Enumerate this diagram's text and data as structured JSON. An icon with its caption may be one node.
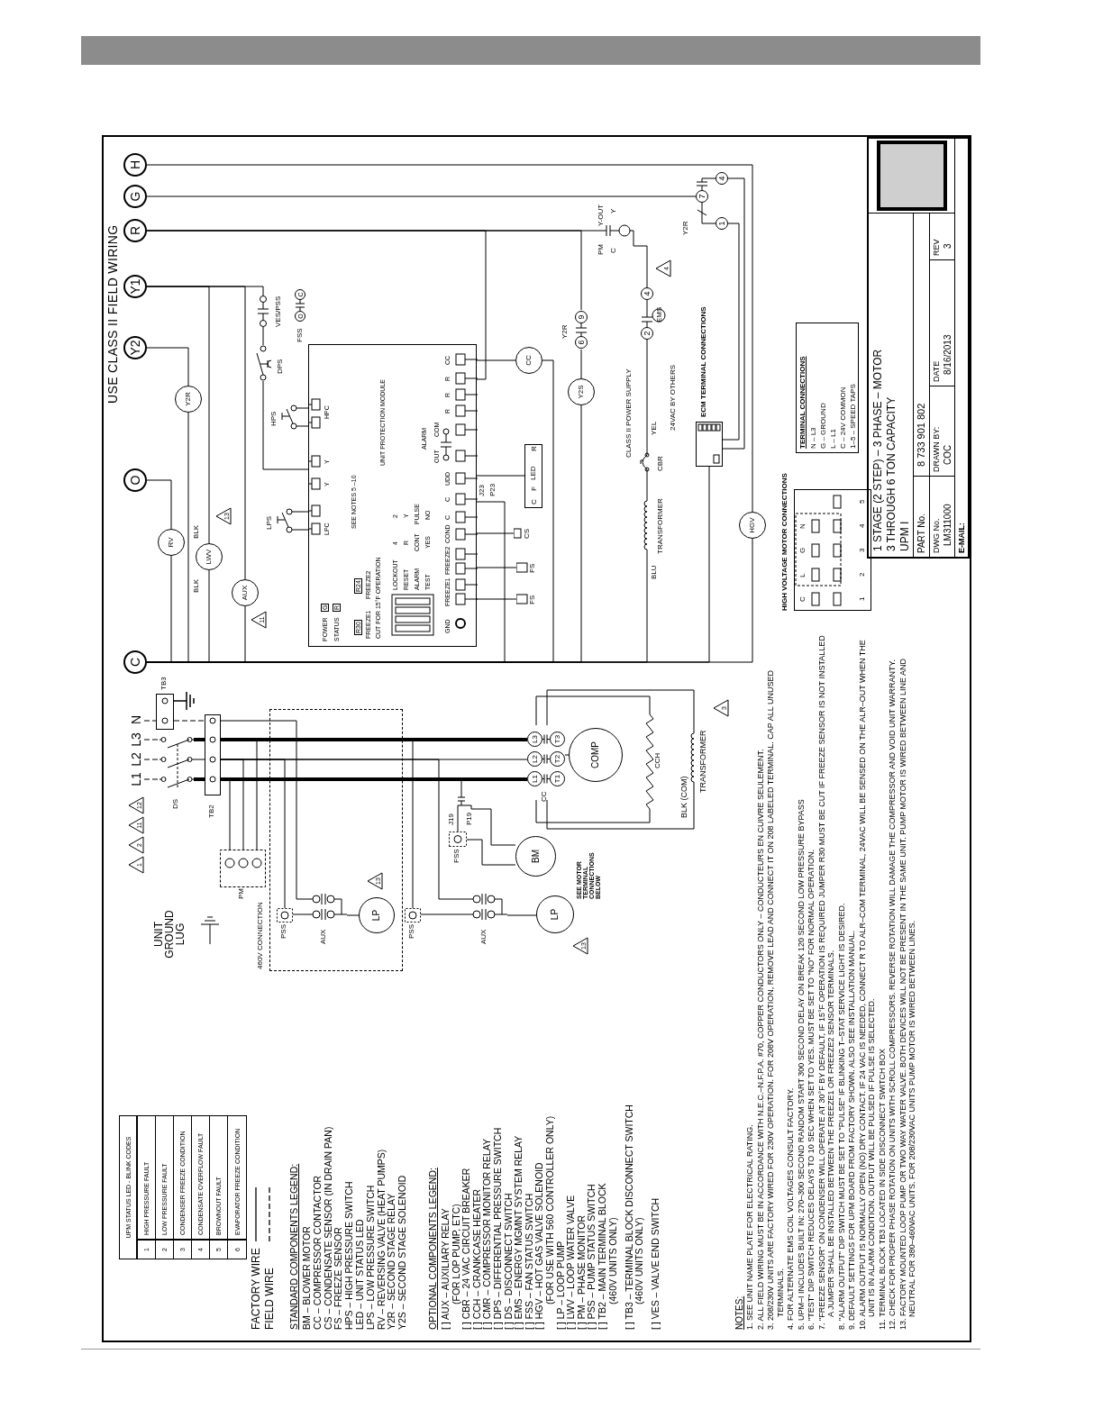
{
  "diagram": {
    "nodes": [
      {
        "text": [
          "C"
        ]
      },
      {
        "text": [
          "O"
        ]
      },
      {
        "text": [
          "Y2"
        ]
      },
      {
        "text": [
          "Y1"
        ]
      },
      {
        "text": [
          "R"
        ]
      },
      {
        "text": [
          "G"
        ]
      },
      {
        "text": [
          "H"
        ]
      },
      {
        "text": [
          "RV"
        ]
      },
      {
        "text": [
          "Y2R"
        ]
      },
      {
        "text": [
          "LWV"
        ]
      },
      {
        "text": [
          "AUX"
        ]
      },
      {
        "text": [
          "VES/PSS"
        ]
      },
      {
        "text": [
          "DPS"
        ]
      },
      {
        "text": [
          "HPS"
        ]
      },
      {
        "text": [
          "LPS"
        ]
      },
      {
        "text": [
          "UNIT PROTECTION MODULE",
          "SEE NOTES 5 –10",
          "LPC",
          "Y",
          "Y",
          "HPC",
          "POWER",
          "G",
          "STATUS",
          "R",
          "R30",
          "FREEZE1",
          "CUT FOR 15°F OPERATION",
          "R24",
          "FREEZE2",
          "LOCKOUT",
          "4",
          "2",
          "RESET",
          "R",
          "Y",
          "ALARM",
          "CONT",
          "PULSE",
          "TEST",
          "YES",
          "NO",
          "GND",
          "FREEZE1",
          "FREEZE2",
          "COND",
          "C",
          "C",
          "UDD",
          "ALARM",
          "OUT",
          "COM",
          "R",
          "R",
          "R",
          "CC"
        ]
      },
      {
        "text": [
          "CC"
        ]
      },
      {
        "text": [
          "C",
          "F",
          "LED",
          "R"
        ]
      },
      {
        "text": [
          "CS"
        ]
      },
      {
        "text": [
          "FS"
        ]
      },
      {
        "text": [
          "FS"
        ]
      },
      {
        "text": [
          "Y2S"
        ]
      },
      {
        "text": [
          "Y2R",
          "6",
          "9"
        ]
      },
      {
        "text": [
          "PM",
          "C",
          "Y-OUT",
          "Y"
        ]
      },
      {
        "text": [
          "TRANSFORMER"
        ]
      },
      {
        "text": [
          "CBR"
        ]
      },
      {
        "text": [
          "2",
          "4",
          "EMS"
        ]
      },
      {
        "text": [],
        "shape": "box"
      },
      {
        "text": [
          "Y2R",
          "1",
          "7",
          "4"
        ]
      },
      {
        "text": [
          "HGV"
        ]
      },
      {
        "text": [
          "L1"
        ]
      },
      {
        "text": [
          "L2"
        ]
      },
      {
        "text": [
          "L3"
        ]
      },
      {
        "text": [
          "N"
        ]
      },
      {
        "text": [
          "DS"
        ]
      },
      {
        "text": [
          "TB3"
        ]
      },
      {
        "text": [
          "TB2"
        ]
      },
      {
        "text": [
          "PM"
        ]
      },
      {
        "text": [
          "460V CONNECTION"
        ]
      },
      {
        "text": [
          "PSS"
        ],
        "in": 38
      },
      {
        "text": [
          "AUX"
        ],
        "in": 38
      },
      {
        "text": [
          "LP"
        ],
        "in": 38
      },
      {
        "text": [
          "PSS"
        ]
      },
      {
        "text": [
          "AUX"
        ]
      },
      {
        "text": [
          "LP"
        ]
      },
      {
        "text": [
          "FSS"
        ]
      },
      {
        "text": [
          "J19",
          "P19"
        ]
      },
      {
        "text": [
          "BM"
        ]
      },
      {
        "text": [
          "CC",
          "L1",
          "L2",
          "L3",
          "T1",
          "T2",
          "T3"
        ]
      },
      {
        "text": [
          "COMP"
        ]
      },
      {
        "text": [
          "CCH"
        ]
      },
      {
        "text": [
          "BLK (COM)",
          "TRANSFORMER"
        ]
      },
      {
        "text": [
          "HIGH VOLTAGE MOTOR CONNECTIONS",
          "C",
          "L",
          "G",
          "N",
          "1",
          "2",
          "3",
          "4",
          "5"
        ]
      },
      {
        "text": [
          "TERMINAL CONNECTIONS",
          "N – L3",
          "G – GROUND",
          "L – L1",
          "C – 24V COMMON",
          "1–5 – SPEED TAPS"
        ]
      }
    ],
    "edges": [
      {
        "from": 1,
        "to": 7,
        "arrow": "none"
      },
      {
        "from": 7,
        "to": 0,
        "arrow": "none"
      },
      {
        "from": 2,
        "to": 8,
        "arrow": "none"
      },
      {
        "from": 8,
        "to": 0,
        "arrow": "none"
      },
      {
        "from": 3,
        "to": 9,
        "arrow": "none"
      },
      {
        "from": 9,
        "to": 0,
        "arrow": "none"
      },
      {
        "from": 3,
        "to": 10,
        "arrow": "none"
      },
      {
        "from": 10,
        "to": 0,
        "arrow": "none"
      },
      {
        "from": 3,
        "to": 11,
        "arrow": "none"
      },
      {
        "from": 11,
        "to": 12,
        "arrow": "none"
      },
      {
        "from": 12,
        "to": 15,
        "arrow": "none"
      },
      {
        "from": 13,
        "to": 15,
        "arrow": "none"
      },
      {
        "from": 13,
        "to": 15,
        "arrow": "none"
      },
      {
        "from": 14,
        "to": 15,
        "arrow": "none"
      },
      {
        "from": 14,
        "to": 15,
        "arrow": "none"
      },
      {
        "from": 4,
        "to": 15,
        "arrow": "none"
      },
      {
        "from": 15,
        "to": 16,
        "arrow": "none"
      },
      {
        "from": 16,
        "to": 0,
        "arrow": "none"
      },
      {
        "from": 4,
        "to": 22,
        "arrow": "none"
      },
      {
        "from": 22,
        "to": 21,
        "arrow": "none"
      },
      {
        "from": 21,
        "to": 0,
        "arrow": "none"
      },
      {
        "from": 4,
        "to": 23,
        "arrow": "none"
      },
      {
        "from": 23,
        "to": 26,
        "arrow": "none"
      },
      {
        "from": 26,
        "to": 25,
        "arrow": "none"
      },
      {
        "from": 25,
        "to": 24,
        "arrow": "none"
      },
      {
        "from": 24,
        "to": 0,
        "arrow": "none"
      },
      {
        "from": 5,
        "to": 28,
        "arrow": "none"
      },
      {
        "from": 28,
        "to": 27,
        "arrow": "none"
      },
      {
        "from": 28,
        "to": 27,
        "arrow": "none"
      },
      {
        "from": 27,
        "to": 0,
        "arrow": "none"
      },
      {
        "from": 6,
        "to": 29,
        "arrow": "none"
      },
      {
        "from": 29,
        "to": 0,
        "arrow": "none"
      },
      {
        "from": 15,
        "to": 0,
        "arrow": "none"
      },
      {
        "from": 15,
        "to": 18,
        "arrow": "none"
      },
      {
        "from": 15,
        "to": 19,
        "arrow": "none"
      },
      {
        "from": 15,
        "to": 20,
        "arrow": "none"
      },
      {
        "from": 15,
        "to": 17,
        "arrow": "none"
      },
      {
        "from": 30,
        "to": 34,
        "arrow": "none",
        "style": "dashed"
      },
      {
        "from": 31,
        "to": 34,
        "arrow": "none",
        "style": "dashed"
      },
      {
        "from": 32,
        "to": 34,
        "arrow": "none",
        "style": "dashed"
      },
      {
        "from": 33,
        "to": 35,
        "arrow": "none",
        "style": "dashed"
      },
      {
        "from": 34,
        "to": 36,
        "arrow": "none",
        "style": "thick"
      },
      {
        "from": 34,
        "to": 36,
        "arrow": "none"
      },
      {
        "from": 34,
        "to": 36,
        "arrow": "none",
        "style": "thick"
      },
      {
        "from": 35,
        "to": 36,
        "arrow": "none",
        "style": "dashed"
      },
      {
        "from": 36,
        "to": 48,
        "arrow": "none",
        "style": "thick"
      },
      {
        "from": 36,
        "to": 48,
        "arrow": "none"
      },
      {
        "from": 36,
        "to": 48,
        "arrow": "none",
        "style": "thick"
      },
      {
        "from": 36,
        "to": 37,
        "arrow": "none"
      },
      {
        "from": 36,
        "to": 37,
        "arrow": "none"
      },
      {
        "from": 36,
        "to": 37,
        "arrow": "none"
      },
      {
        "from": 36,
        "to": 40,
        "arrow": "none"
      },
      {
        "from": 36,
        "to": 39,
        "arrow": "none"
      },
      {
        "from": 39,
        "to": 40,
        "arrow": "none"
      },
      {
        "from": 40,
        "to": 41,
        "arrow": "none"
      },
      {
        "from": 36,
        "to": 42,
        "arrow": "none"
      },
      {
        "from": 36,
        "to": 43,
        "arrow": "none"
      },
      {
        "from": 42,
        "to": 43,
        "arrow": "none"
      },
      {
        "from": 43,
        "to": 44,
        "arrow": "none"
      },
      {
        "from": 36,
        "to": 46,
        "arrow": "none"
      },
      {
        "from": 46,
        "to": 45,
        "arrow": "none"
      },
      {
        "from": 45,
        "to": 47,
        "arrow": "none"
      },
      {
        "from": 46,
        "to": 47,
        "arrow": "none"
      },
      {
        "from": 48,
        "to": 49,
        "arrow": "none"
      },
      {
        "from": 48,
        "to": 50,
        "arrow": "none"
      },
      {
        "from": 50,
        "to": 48,
        "arrow": "none"
      },
      {
        "from": 48,
        "to": 51,
        "arrow": "none"
      },
      {
        "from": 51,
        "to": 48,
        "arrow": "none"
      }
    ],
    "labels": [
      "USE CLASS II FIELD WIRING",
      "UPM STATUS LED - BLINK CODES",
      "1",
      "HIGH PRESSURE FAULT",
      "2",
      "LOW PRESSURE FAULT",
      "3",
      "CONDENSER FREEZE CONDITION",
      "4",
      "CONDENSATE OVERFLOW FAULT",
      "5",
      "BROWNOUT FAULT",
      "6",
      "EVAPORATOR FREEZE CONDITION",
      "STANDARD COMPONENTS LEGEND:",
      "BM – BLOWER MOTOR",
      "CC – COMPRESSOR CONTACTOR",
      "CS – CONDENSATE SENSOR (IN DRAIN PAN)",
      "FS – FREEZE SENSOR",
      "HPS – HIGH PRESSURE SWITCH",
      "LED – UNIT STATUS LED",
      "LPS – LOW PRESSURE SWITCH",
      "RV – REVERSING VALVE (HEAT PUMPS)",
      "Y2R – SECOND STAGE RELAY",
      "Y2S – SECOND STAGE SOLENOID",
      "OPTIONAL COMPONENTS LEGEND:",
      "[ ] AUX – AUXILIARY RELAY",
      "(FOR LOP PUMP, ETC)",
      "[ ] CBR – 24 VAC CIRCUIT BREAKER",
      "[ ] CCH – CRANKCASE HEATER",
      "[ ] CMR – COMPRESSOR MONITOR RELAY",
      "[ ] DPS – DIFFERENTIAL PRESSURE SWITCH",
      "[ ] DS – DISCONNECT SWITCH",
      "[ ] EMS – ENERGY MGMNT SYSTEM RELAY",
      "[ ] FSS – FAN STATUS SWITCH",
      "[ ] HGV – HOT GAS VALVE SOLENOID",
      "(FOR USE WITH 560 CONTROLLER ONLY)",
      "[ ] LP – LOOP PUMP",
      "[ ] LWV – LOOP WATER VALVE",
      "[ ] PM – PHASE MONITOR",
      "[ ] PSS – PUMP STATUS SWITCH",
      "[ ] TB2 – MAIN TERMINAL BLOCK",
      "(460V UNITS ONLY)",
      "[ ] TB3 – TERMINAL BLOCK DISCONNECT SWITCH",
      "(460V UNITS ONLY)",
      "[ ] VES – VALVE END SWITCH",
      "NOTES:",
      "1. SEE UNIT NAME PLATE FOR ELECTRICAL RATING.",
      "2. ALL FIELD WIRING MUST BE IN ACCORDANCE WITH N.E.C.–N.F.P.A. #70, COPPER CONDUCTORS ONLY – CONDUCTEURS EN CUIVRE SEULEMENT.",
      "3. 208/230V UNITS ARE FACTORY WIRED FOR 230V OPERATION. FOR 208V OPERATION, REMOVE LEAD AND CONNECT IT ON 208 LABELED TERMINAL. CAP ALL UNUSED TERMINALS.",
      "4. FOR ALTERNATE EMS COIL VOLTAGES CONSULT FACTORY.",
      "5. UPM–I INCLUDES BUILT IN: 270–300 SECOND RANDOM START 300 SECOND DELAY ON BREAK 120 SECOND LOW PRESSURE BYPASS",
      "6. \"TEST\" DIP SWITCH REDUCES DELAYS TO 10 SEC WHEN SET TO YES. MUST BE SET TO \"NO\" FOR NORMAL OPERATION.",
      "7. \"FREEZE SENSOR\" ON CONDENSER WILL OPERATE AT 30°F BY DEFAULT, IF 15°F OPERATION IS REQUIRED JUMPER R30 MUST BE CUT IF FREEZE SENSOR IS NOT INSTALLED A JUMPER SHALL BE INSTALLED BETWEEN THE FREEZE1 OR FREEZE2 SENSOR TERMINALS.",
      "8. \"ALARM OUTPUT\" DIP SWITCH MUST BE SET TO \"PULSE\" IF BLINKING T–STAT SERVICE LIGHT IS DESIRED.",
      "9. DEFAULT SETTINGS FOR UPM BOARD FROM FACTORY SHOWN. ALSO SEE INSTALLATION MANUAL.",
      "10. ALARM OUTPUT IS NORMALLY OPEN (NO) DRY CONTACT. IF 24 VAC IS NEEDED, CONNECT R TO ALR–COM TERMINAL, 24VAC WILL BE SENSED ON THE ALR–OUT WHEN THE UNIT IS IN ALARM CONDITION. OUTPUT WILL BE PULSED IF PULSE IS SELECTED.",
      "11. TERMINAL BLOCK TB3 LOCATED IN SIDE DISCONNECT SWITCH BOX",
      "12. CHECK FOR PROPER PHASE ROTATION ON UNITS WITH SCROLL COMPRESSORS. REVERSE ROTATION WILL DAMAGE THE COMPRESSOR AND VOID UNIT WARRANTY.",
      "13. FACTORY MOUNTED LOOP PUMP OR TWO WAY WATER VALVE. BOTH DEVICES WILL NOT BE PRESENT IN THE SAME UNIT. PUMP MOTOR IS WIRED BETWEEN LINE AND NEUTRAL FOR 380–460VAC UNITS. FOR 208/230VAC UNITS PUMP MOTOR IS WIRED BETWEEN LINES.",
      "1",
      "2",
      "11",
      "12",
      "UNIT GROUND LUG",
      "13",
      "11",
      "BLK",
      "BLK",
      "FSS",
      "O",
      "C",
      "13",
      "13",
      "SEE MOTOR TERMINAL CONNECTIONS BELOW",
      "3",
      "4",
      "CLASS II POWER SUPPLY",
      "YEL",
      "BLU",
      "24VAC BY OTHERS",
      "ECM TERMINAL CONNECTIONS",
      "J23",
      "P23",
      "1 STAGE (2 STEP) – 3 PHASE – MOTOR",
      "3 THROUGH 6 TON CAPACITY",
      "UPM I",
      "PART No.",
      "8 733 901 802",
      "DWG No.",
      "LM311000",
      "DRAWN BY:",
      "COC",
      "DATE",
      "8/16/2013",
      "REV",
      "3",
      "E-MAIL:"
    ],
    "legend": [
      {
        "text": "FACTORY WIRE"
      },
      {
        "text": "FIELD WIRE"
      }
    ]
  }
}
